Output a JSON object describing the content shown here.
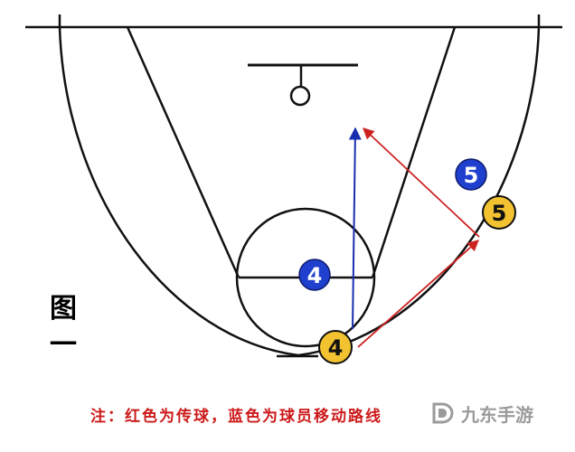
{
  "figure_label_line1": "图",
  "figure_label_line2": "一",
  "note": "注：红色为传球，蓝色为球员移动路线",
  "watermark": "九东手游",
  "colors": {
    "court_line": "#111111",
    "pass_line": "#cc2222",
    "move_line": "#1a2fb0",
    "attacker_fill": "#f2c230",
    "defender_fill": "#1f3fcf",
    "note_text": "#cc1a1a"
  },
  "players": [
    {
      "id": "defender-4",
      "number": "4",
      "team": "defense"
    },
    {
      "id": "defender-5",
      "number": "5",
      "team": "defense"
    },
    {
      "id": "attacker-4",
      "number": "4",
      "team": "offense"
    },
    {
      "id": "attacker-5",
      "number": "5",
      "team": "offense"
    }
  ]
}
